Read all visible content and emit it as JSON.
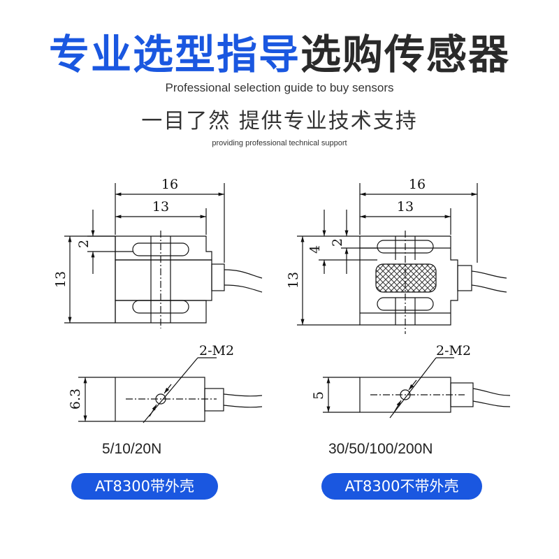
{
  "header": {
    "title_blue": "专业选型指导",
    "title_dark": "选购传感器",
    "subtitle_en": "Professional selection guide to buy sensors",
    "tagline_cn": "一目了然 提供专业技术支持",
    "tagline_en": "providing professional technical support"
  },
  "colors": {
    "accent": "#1a57e0",
    "line": "#1a1a1a",
    "hatch": "#555555"
  },
  "left_model": {
    "dims": {
      "width_outer": "16",
      "width_inner": "13",
      "slot": "2",
      "height": "13",
      "thickness": "6.3",
      "thread": "2-M2"
    },
    "range": "5/10/20N",
    "badge": "AT8300带外壳"
  },
  "right_model": {
    "dims": {
      "width_outer": "16",
      "width_inner": "13",
      "slot": "2",
      "offset": "4",
      "height": "13",
      "thickness": "5",
      "thread": "2-M2"
    },
    "range": "30/50/100/200N",
    "badge": "AT8300不带外壳"
  }
}
